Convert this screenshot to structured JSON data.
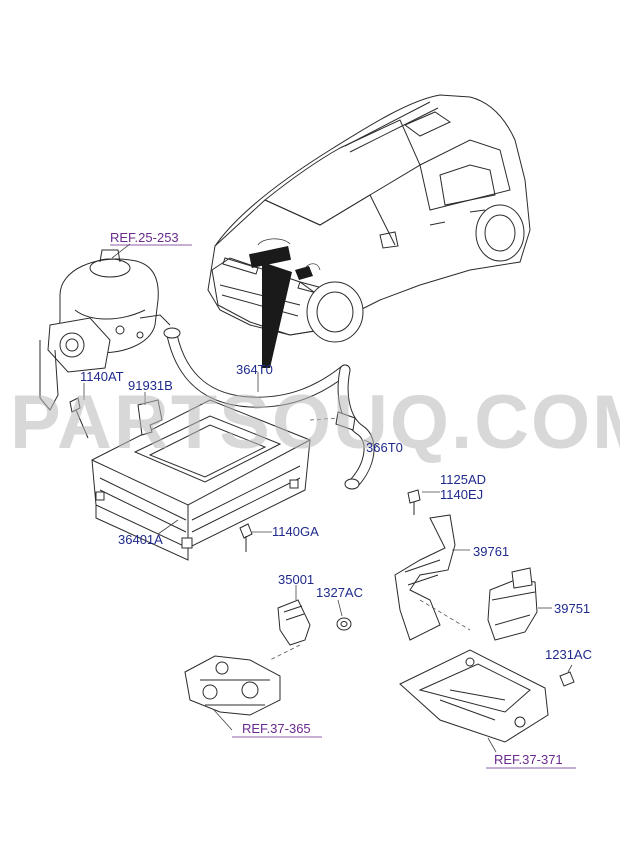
{
  "watermark": "PARTSOUQ.COM",
  "references": {
    "ref_25_253": "REF.25-253",
    "ref_37_365": "REF.37-365",
    "ref_37_371": "REF.37-371"
  },
  "parts": {
    "p_1140AT": "1140AT",
    "p_91931B": "91931B",
    "p_364T0": "364T0",
    "p_366T0": "366T0",
    "p_36401A": "36401A",
    "p_1140GA": "1140GA",
    "p_1125AD": "1125AD",
    "p_1140EJ": "1140EJ",
    "p_39761": "39761",
    "p_35001": "35001",
    "p_1327AC": "1327AC",
    "p_39751": "39751",
    "p_1231AC": "1231AC"
  }
}
